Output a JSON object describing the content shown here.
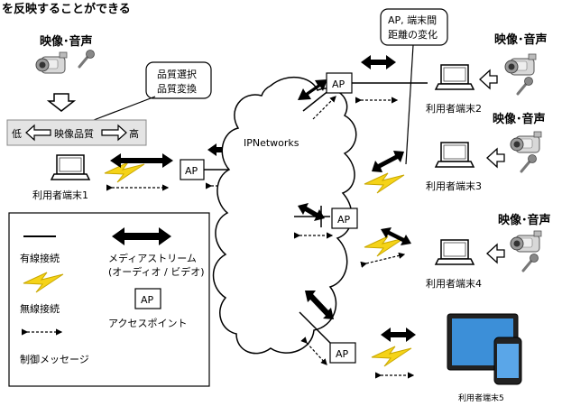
{
  "header_text": "を反映することができる",
  "media": {
    "top_left": "映像･音声",
    "right_1": "映像･音声",
    "right_2": "映像･音声",
    "right_3": "映像･音声"
  },
  "callouts": {
    "quality": [
      "品質選択",
      "品質変換"
    ],
    "distance": [
      "AP, 端末間",
      "距離の変化"
    ]
  },
  "quality_bar": {
    "low": "低",
    "label": "映像品質",
    "high": "高"
  },
  "network_label": "IPNetworks",
  "ap_label": "AP",
  "terminals": {
    "t1": "利用者端末1",
    "t2": "利用者端末2",
    "t3": "利用者端末3",
    "t4": "利用者端末4",
    "t5": "利用者端末5"
  },
  "legend": {
    "wired": "有線接続",
    "wireless": "無線接続",
    "control": "制御メッセージ",
    "stream": [
      "メディアストリーム",
      "(オーディオ / ビデオ)"
    ],
    "access_point": "アクセスポイント"
  },
  "colors": {
    "lightning": "#f5d318",
    "lightning_stroke": "#c9a800",
    "quality_bar_fill": "#e4e4e4",
    "screen": "#3c8fd8",
    "screen_dark": "#1f5fa8"
  },
  "icons": [
    "camcorder-icon",
    "microphone-icon",
    "laptop-icon",
    "tablet-icon",
    "smartphone-icon",
    "lightning-icon",
    "cloud-icon"
  ]
}
